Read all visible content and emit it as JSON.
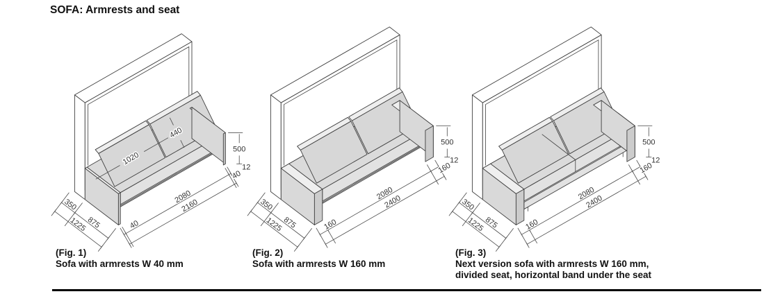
{
  "page": {
    "title": "SOFA: Armrests and seat"
  },
  "colors": {
    "background": "#ffffff",
    "line": "#3f3f3f",
    "dim_line": "#4a4a4a",
    "dim_text": "#333333",
    "text": "#111111",
    "panel": "#ffffff",
    "seat_top": "#dbdbdb",
    "seat_front": "#e2e2e2",
    "cushion": "#d7d7d7",
    "cushion_top": "#eeeeee",
    "armrest_side": "#d9d9d9",
    "armrest_top": "#efefef",
    "armrest_front": "#cccccc"
  },
  "figures": [
    {
      "caption_tag": "(Fig. 1)",
      "caption_lines": [
        "Sofa with armrests W 40 mm"
      ],
      "features": {
        "divided_seat": false,
        "under_seat_band": false
      },
      "dims": {
        "overall_width": "2160",
        "seat_width": "2080",
        "armrest_width_left": "40",
        "armrest_width_right": "40",
        "seat_height": "500",
        "base_gap": "12",
        "depth_wall": "350",
        "depth_seat": "875",
        "depth_overall": "1225",
        "back_cushion_width": "1020",
        "back_cushion_height": "440"
      }
    },
    {
      "caption_tag": "(Fig. 2)",
      "caption_lines": [
        "Sofa with armrests W 160 mm"
      ],
      "features": {
        "divided_seat": false,
        "under_seat_band": false
      },
      "dims": {
        "overall_width": "2400",
        "seat_width": "2080",
        "armrest_width_left": "160",
        "armrest_width_right": "160",
        "seat_height": "500",
        "base_gap": "12",
        "depth_wall": "350",
        "depth_seat": "875",
        "depth_overall": "1225"
      }
    },
    {
      "caption_tag": "(Fig. 3)",
      "caption_lines": [
        "Next version sofa with armrests W 160 mm,",
        "divided seat, horizontal band under the seat"
      ],
      "features": {
        "divided_seat": true,
        "under_seat_band": true
      },
      "dims": {
        "overall_width": "2400",
        "seat_width": "2080",
        "armrest_width_left": "160",
        "armrest_width_right": "160",
        "seat_height": "500",
        "base_gap": "12",
        "depth_wall": "350",
        "depth_seat": "875",
        "depth_overall": "1225"
      }
    }
  ]
}
